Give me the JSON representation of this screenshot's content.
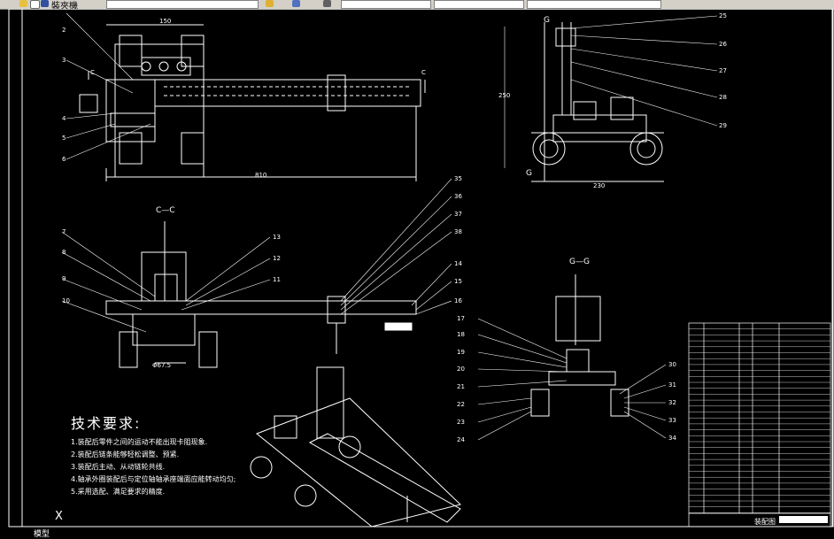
{
  "toolbar": {
    "title": "裝夾機"
  },
  "views": {
    "cc_label": "C—C",
    "gg_label": "G—G",
    "c_marker": "C",
    "g_marker": "G"
  },
  "dimensions": {
    "top_width": "150",
    "top_length": "810",
    "right_height": "250",
    "right_width": "230",
    "cc_dim": "Φ67.5"
  },
  "part_numbers": {
    "top_left": [
      "2",
      "3",
      "4",
      "5",
      "6"
    ],
    "cc_left": [
      "7",
      "8",
      "9",
      "10"
    ],
    "cc_right": [
      "13",
      "12",
      "11"
    ],
    "center_right": [
      "35",
      "36",
      "37",
      "38",
      "14",
      "15",
      "16"
    ],
    "gg_left": [
      "17",
      "18",
      "19",
      "20",
      "21",
      "22",
      "23",
      "24"
    ],
    "gg_right": [
      "30",
      "31",
      "32",
      "33",
      "34"
    ],
    "side_right": [
      "25",
      "26",
      "27",
      "28",
      "29"
    ]
  },
  "tech_requirements": {
    "title": "技术要求:",
    "items": [
      "1.装配后零件之间的运动不能出现卡阻现象.",
      "2.装配后链条能够轻松调整、预紧.",
      "3.装配后主动、从动链轮共线.",
      "4.轴承外圈装配后与定位轴轴承座端面应能转动均匀;",
      "5.采用选配、满足要求的精度."
    ]
  },
  "title_block": {
    "drawing_name": "装配图"
  },
  "bottom": {
    "model_tab": "模型",
    "axis_x": "X"
  }
}
